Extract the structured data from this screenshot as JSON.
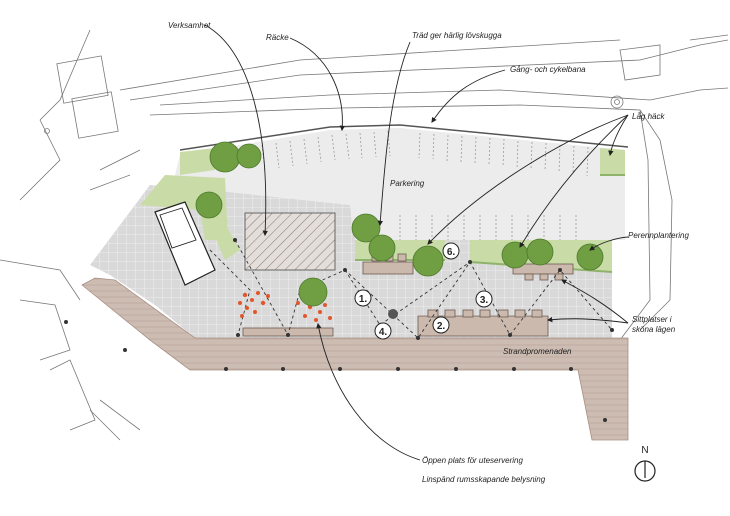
{
  "labels": {
    "verksamhet": "Verksamhet",
    "racke": "Räcke",
    "trad": "Träd ger härlig lövskugga",
    "gang": "Gång- och cykelbana",
    "lag_hack": "Låg häck",
    "parkering": "Parkering",
    "perenn": "Perennplantering",
    "sitt_line1": "Sittplatser i",
    "sitt_line2": "sköna lägen",
    "strand": "Strandpromenaden",
    "oppen": "Öppen plats för uteservering",
    "linspand": "Linspänd rumsskapande belysning"
  },
  "markers": [
    "1.",
    "2.",
    "3.",
    "4.",
    "6."
  ],
  "north": "N",
  "colors": {
    "paving": "#d9d9d9",
    "parking": "#ececec",
    "wood": "#c9b7ad",
    "grass": "#c9dca7",
    "tree": "#6f9e43",
    "flower": "#e0572c"
  }
}
